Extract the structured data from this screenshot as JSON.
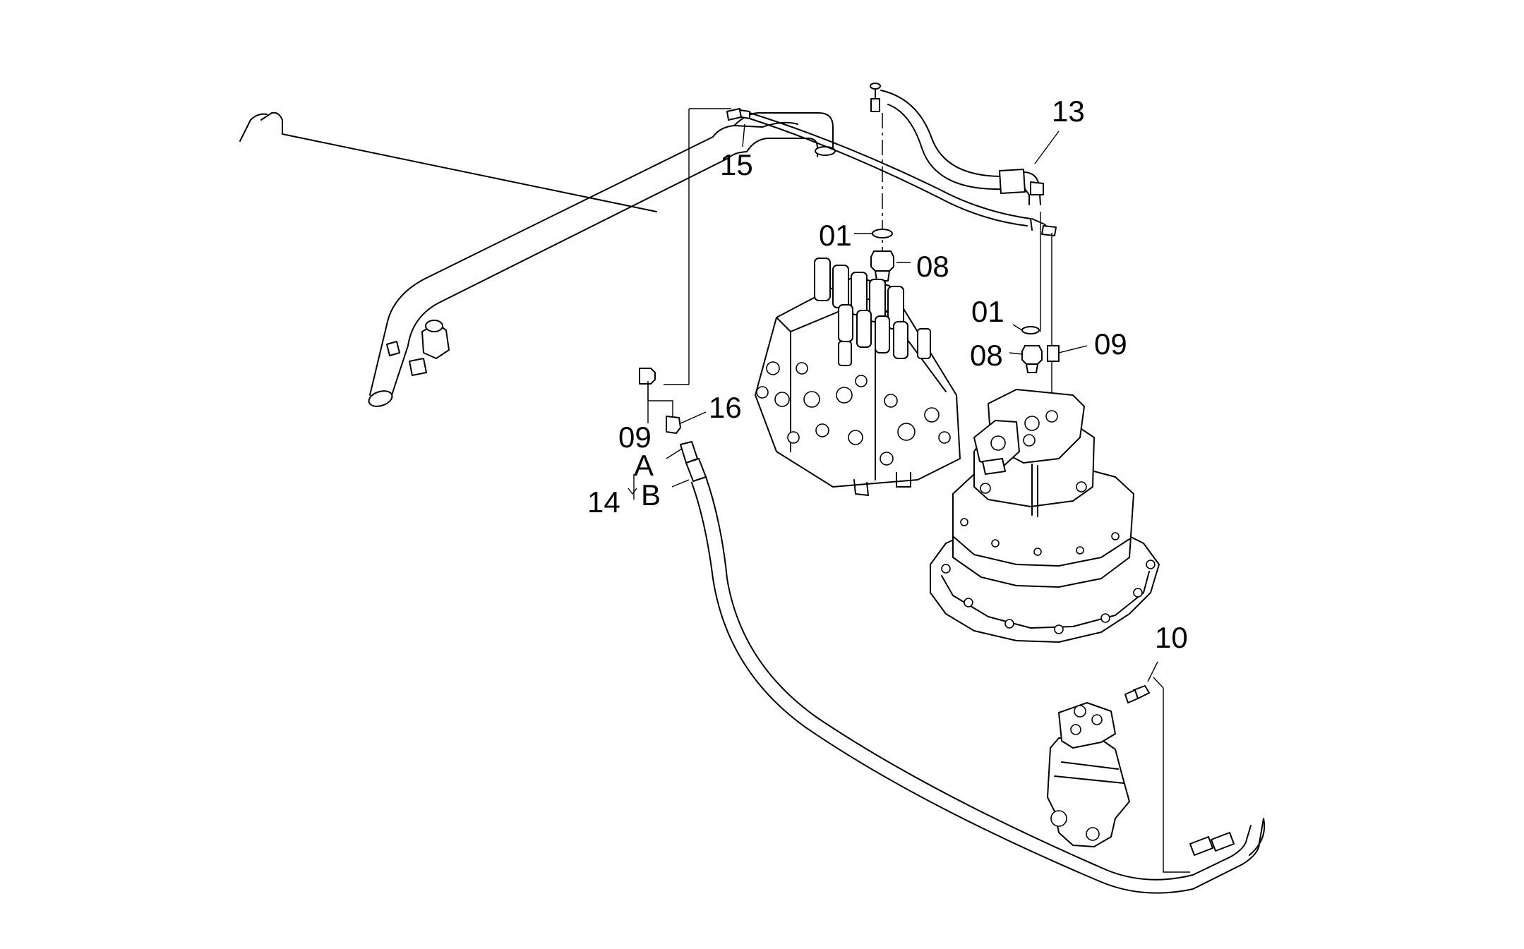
{
  "diagram": {
    "callouts": {
      "c13": "13",
      "c15": "15",
      "c01a": "01",
      "c08a": "08",
      "c01b": "01",
      "c08b": "08",
      "c09a": "09",
      "c16": "16",
      "c09b": "09",
      "cA": "A",
      "cB": "B",
      "c14": "14",
      "c10": "10"
    }
  }
}
